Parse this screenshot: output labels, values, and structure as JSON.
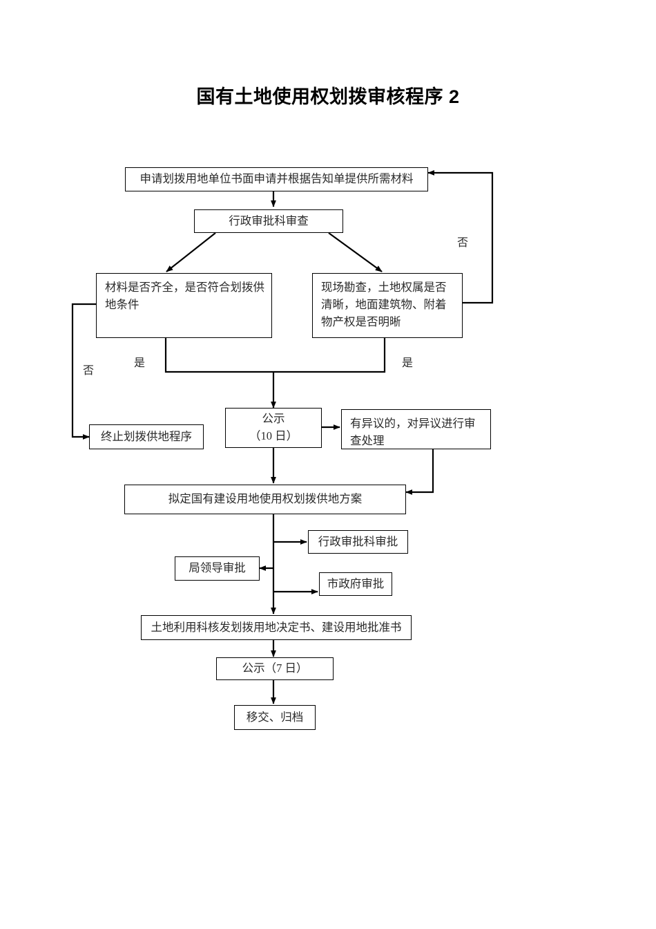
{
  "document": {
    "title": "国有土地使用权划拨审核程序 2"
  },
  "flowchart": {
    "type": "flowchart",
    "nodes": [
      {
        "id": "apply",
        "label": "申请划拨用地单位书面申请并根据告知单提供所需材料"
      },
      {
        "id": "review",
        "label": "行政审批科审查"
      },
      {
        "id": "check-docs",
        "label": "材料是否齐全，是否符合划拨供地条件"
      },
      {
        "id": "site-survey",
        "label": "现场勘查，土地权属是否清晰，地面建筑物、附着物产权是否明晰"
      },
      {
        "id": "terminate",
        "label": "终止划拨供地程序"
      },
      {
        "id": "publicity10",
        "label": "公示\n（10 日）"
      },
      {
        "id": "objection",
        "label": "有异议的，对异议进行审查处理"
      },
      {
        "id": "draft-plan",
        "label": "拟定国有建设用地使用权划拨供地方案"
      },
      {
        "id": "dept-approve",
        "label": "行政审批科审批"
      },
      {
        "id": "leader-approve",
        "label": "局领导审批"
      },
      {
        "id": "city-approve",
        "label": "市政府审批"
      },
      {
        "id": "issue-cert",
        "label": "土地利用科核发划拨用地决定书、建设用地批准书"
      },
      {
        "id": "publicity7",
        "label": "公示（7 日）"
      },
      {
        "id": "archive",
        "label": "移交、归档"
      }
    ],
    "edge_labels": {
      "no_left": "否",
      "yes_left": "是",
      "yes_right": "是",
      "no_right": "否"
    }
  }
}
